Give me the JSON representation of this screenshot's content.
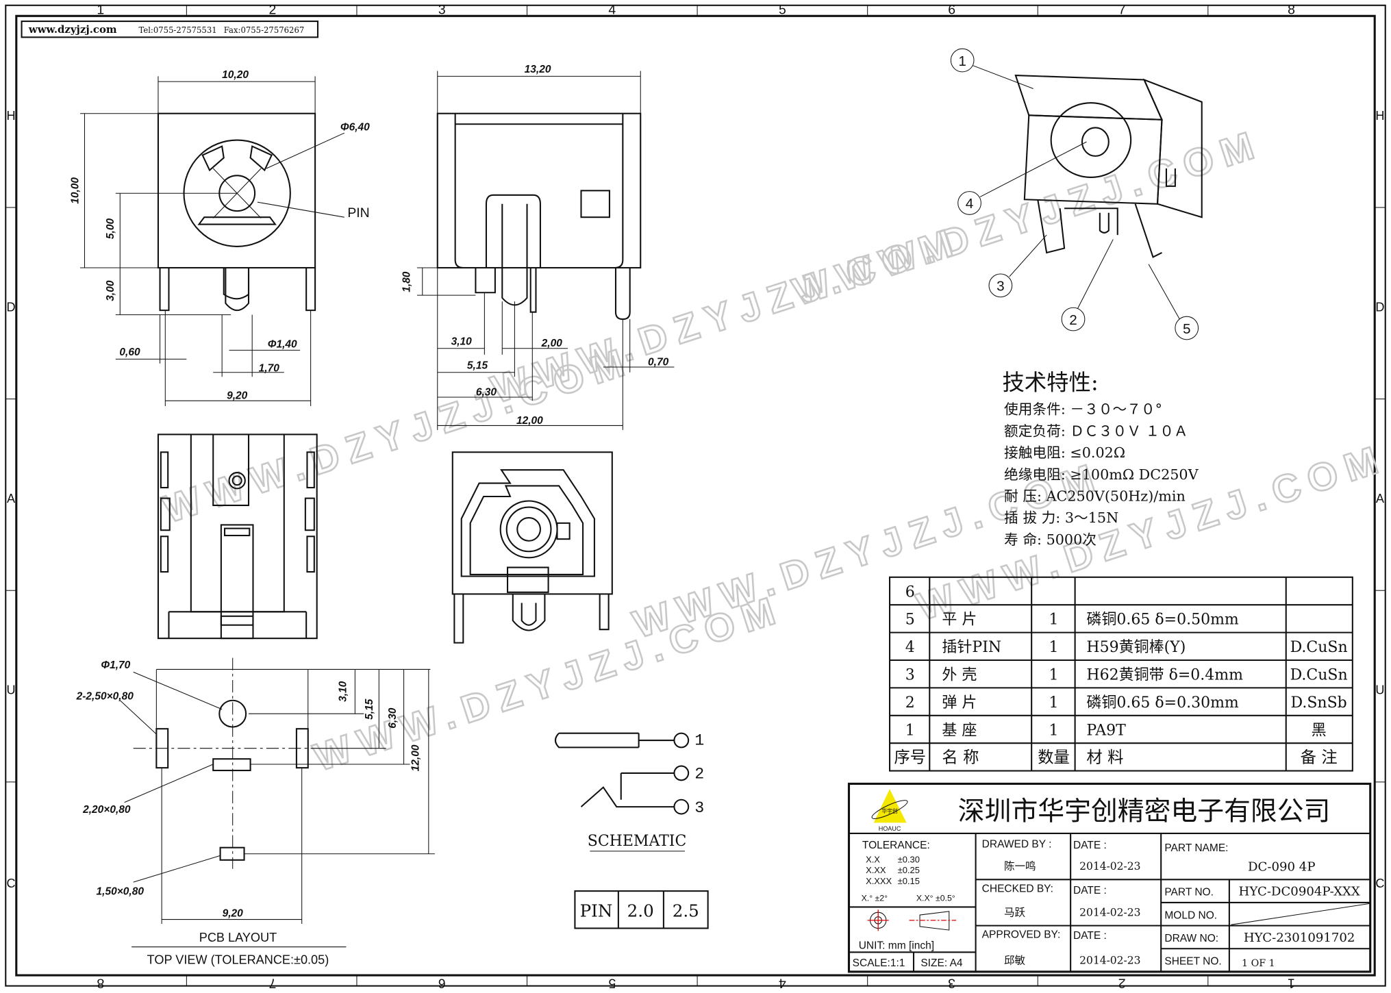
{
  "header": {
    "website": "www.dzyjzj.com",
    "tel": "Tel:0755-27575531",
    "fax": "Fax:0755-27576267"
  },
  "grid": {
    "columns": [
      "1",
      "2",
      "3",
      "4",
      "5",
      "6",
      "7",
      "8"
    ],
    "rows": [
      "H",
      "D",
      "A",
      "U",
      "C"
    ]
  },
  "watermark": "WWW.DZYJZJ.COM",
  "front_view": {
    "dims": [
      "10,20",
      "Φ6,40",
      "10,00",
      "5,00",
      "3,00",
      "PIN",
      "0,60",
      "Φ1,40",
      "1,70",
      "9,20"
    ]
  },
  "side_view": {
    "dims": [
      "13,20",
      "1,80",
      "3,10",
      "2,00",
      "5,15",
      "0,70",
      "6,30",
      "12,00"
    ]
  },
  "pcb_layout": {
    "dims": [
      "Φ1,70",
      "2-2,50×0,80",
      "3,10",
      "5,15",
      "6,30",
      "12,00",
      "2,20×0,80",
      "1,50×0,80",
      "9,20"
    ],
    "title": "PCB LAYOUT",
    "subtitle": "TOP VIEW (TOLERANCE:±0.05)"
  },
  "schematic": {
    "pins": [
      "1",
      "2",
      "3"
    ],
    "title": "SCHEMATIC",
    "pin_table": [
      "PIN",
      "2.0",
      "2.5"
    ]
  },
  "callouts": [
    "1",
    "4",
    "3",
    "2",
    "5"
  ],
  "specs": {
    "title": "技术特性:",
    "items": [
      "使用条件:  －３０～７０°",
      "额定负荷:  ＤＣ３０Ｖ  １０Ａ",
      "接触电阻: ≤0.02Ω",
      "绝缘电阻: ≥100mΩ DC250V",
      "耐    压: AC250V(50Hz)/min",
      "插 拔 力: 3～15N",
      "寿    命: 5000次"
    ]
  },
  "bom": {
    "rows": [
      {
        "no": "6",
        "name": "",
        "qty": "",
        "material": "",
        "note": ""
      },
      {
        "no": "5",
        "name": "平    片",
        "qty": "1",
        "material": "磷铜0.65 δ=0.50mm",
        "note": ""
      },
      {
        "no": "4",
        "name": "插针PIN",
        "qty": "1",
        "material": "H59黄铜棒(Y)",
        "note": "D.CuSn"
      },
      {
        "no": "3",
        "name": "外    壳",
        "qty": "1",
        "material": "H62黄铜带 δ=0.4mm",
        "note": "D.CuSn"
      },
      {
        "no": "2",
        "name": "弹    片",
        "qty": "1",
        "material": "磷铜0.65 δ=0.30mm",
        "note": "D.SnSb"
      },
      {
        "no": "1",
        "name": "基    座",
        "qty": "1",
        "material": "PA9T",
        "note": "黑"
      }
    ],
    "headers": {
      "no": "序号",
      "name": "名    称",
      "qty": "数量",
      "material": "材      料",
      "note": "备 注"
    }
  },
  "title_block": {
    "company": "深圳市华宇创精密电子有限公司",
    "logo_text": "HOAUC",
    "logo_cn": "华宇创",
    "tolerance_label": "TOLERANCE:",
    "tolerances": [
      [
        "X.X",
        "±0.30"
      ],
      [
        "X.XX",
        "±0.25"
      ],
      [
        "X.XXX",
        "±0.15"
      ]
    ],
    "angle_tol": [
      "X.°  ±2°",
      "X.X°  ±0.5°"
    ],
    "unit": "UNIT:  mm  [inch]",
    "scale": "SCALE:1:1",
    "size": "SIZE:  A4",
    "drawn_by_label": "DRAWED BY :",
    "drawn_by": "陈一鸣",
    "checked_by_label": "CHECKED BY:",
    "checked_by": "马跃",
    "approved_by_label": "APPROVED BY:",
    "approved_by": "邱敏",
    "date_label": "DATE :",
    "dates": [
      "2014-02-23",
      "2014-02-23",
      "2014-02-23"
    ],
    "part_name_label": "PART NAME:",
    "part_name": "DC-090 4P",
    "part_no_label": "PART NO.",
    "part_no": "HYC-DC0904P-XXX",
    "mold_no_label": "MOLD NO.",
    "draw_no_label": "DRAW NO:",
    "draw_no": "HYC-2301091702",
    "sheet_no_label": "SHEET NO.",
    "sheet_no": "1 OF 1",
    "colors": {
      "logo": "#f5e800",
      "centerline": "#e00000"
    }
  }
}
